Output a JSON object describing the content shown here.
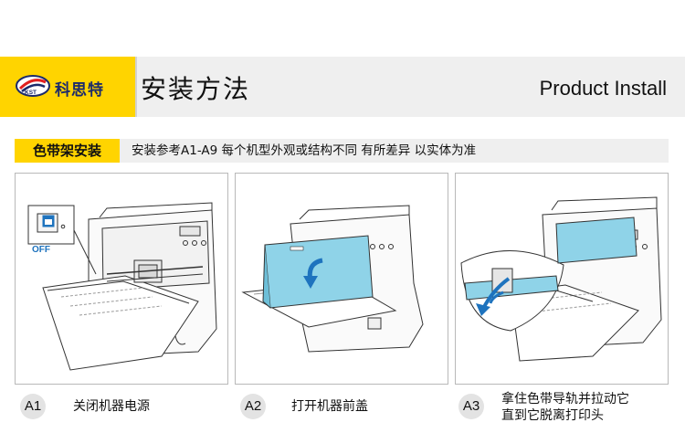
{
  "header": {
    "brand_name": "科思特",
    "brand_mark": "KST",
    "title_cn": "安装方法",
    "title_en": "Product Install",
    "accent_color": "#ffd400"
  },
  "section": {
    "label": "色带架安装",
    "description": "安装参考A1-A9 每个机型外观或结构不同 有所差异 以实体为准"
  },
  "steps": [
    {
      "badge": "A1",
      "text": "关闭机器电源",
      "callout": "OFF"
    },
    {
      "badge": "A2",
      "text": "打开机器前盖"
    },
    {
      "badge": "A3",
      "text_line1": "拿住色带导轨并拉动它",
      "text_line2": "直到它脱离打印头"
    }
  ],
  "colors": {
    "highlight_blue": "#8fd3e8",
    "arrow_blue": "#1e73be",
    "off_blue": "#1e73be"
  }
}
